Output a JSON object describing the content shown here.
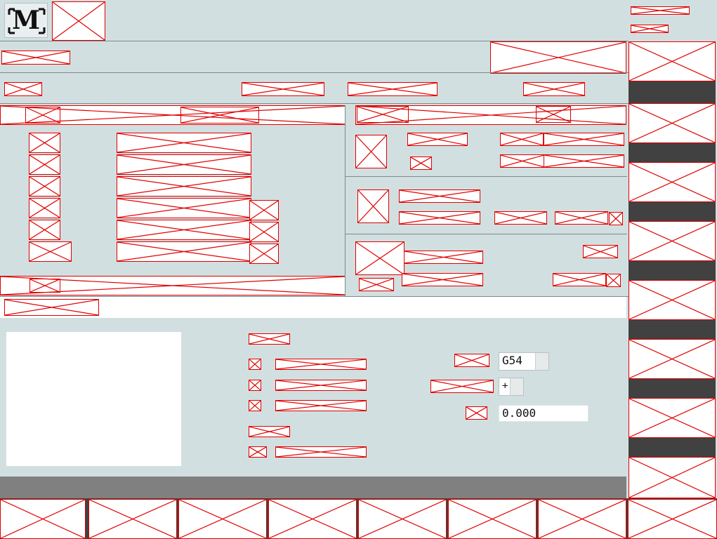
{
  "header": {
    "logo_letter": "M"
  },
  "offsets": {
    "work_offset": {
      "value": "G54"
    },
    "direction": {
      "value": "+"
    },
    "amount": {
      "value": "0.000"
    }
  },
  "icons": {
    "logo": "machine-logo-icon",
    "placeholder": "broken-image-icon"
  },
  "colors": {
    "background": "#d2dfe0",
    "placeholder_border": "#e00000",
    "dark_band": "#414141",
    "status_bar": "#808080"
  }
}
